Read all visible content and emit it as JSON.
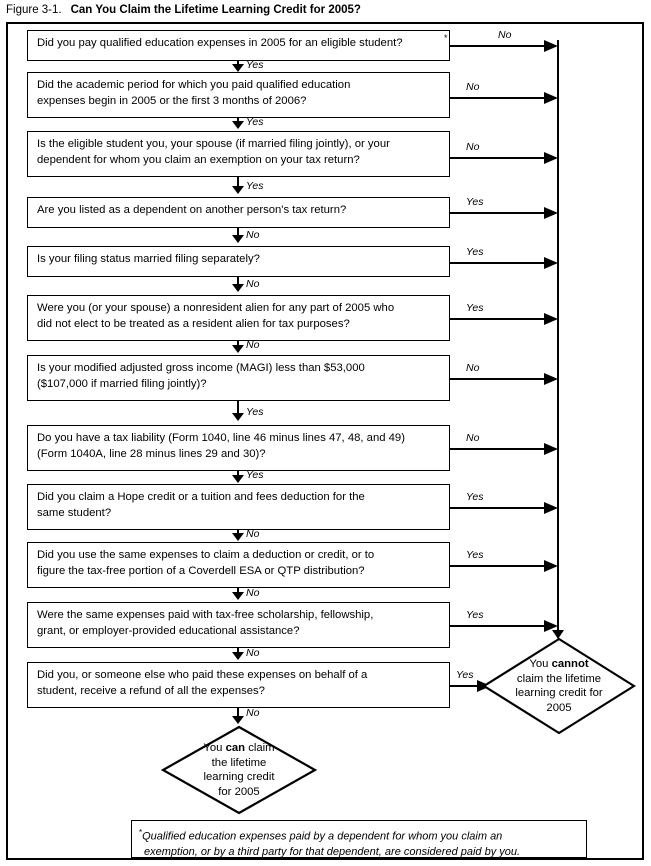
{
  "figure": {
    "number": "Figure 3-1.",
    "title": "Can You Claim the Lifetime Learning Credit for 2005?"
  },
  "questions": [
    {
      "id": "q1",
      "lines": [
        "Did you pay qualified education expenses in 2005 for an eligible student?"
      ],
      "has_footnote_marker": true,
      "branch_label": "No",
      "down_label": "Yes"
    },
    {
      "id": "q2",
      "lines": [
        "Did the academic period for which you paid qualified education",
        "expenses begin in 2005 or the first 3 months of 2006?"
      ],
      "has_footnote_marker": false,
      "branch_label": "No",
      "down_label": "Yes"
    },
    {
      "id": "q3",
      "lines": [
        "Is the eligible student you, your spouse (if married filing jointly), or your",
        "dependent for whom you claim an exemption on your tax return?"
      ],
      "has_footnote_marker": false,
      "branch_label": "No",
      "down_label": "Yes"
    },
    {
      "id": "q4",
      "lines": [
        "Are you listed as a dependent on another person's tax return?"
      ],
      "has_footnote_marker": false,
      "branch_label": "Yes",
      "down_label": "No"
    },
    {
      "id": "q5",
      "lines": [
        "Is your filing status married filing separately?"
      ],
      "has_footnote_marker": false,
      "branch_label": "Yes",
      "down_label": "No"
    },
    {
      "id": "q6",
      "lines": [
        "Were you (or your spouse) a nonresident alien for any part of 2005 who",
        "did not elect to be treated as a resident alien for tax purposes?"
      ],
      "has_footnote_marker": false,
      "branch_label": "Yes",
      "down_label": "No"
    },
    {
      "id": "q7",
      "lines": [
        "Is your modified adjusted gross income (MAGI) less than $53,000",
        "($107,000 if married filing jointly)?"
      ],
      "has_footnote_marker": false,
      "branch_label": "No",
      "down_label": "Yes"
    },
    {
      "id": "q8",
      "lines": [
        "Do you have a tax liability (Form 1040, line 46 minus lines 47, 48, and 49)",
        "(Form 1040A, line 28 minus lines 29 and 30)?"
      ],
      "has_footnote_marker": false,
      "branch_label": "No",
      "down_label": "Yes"
    },
    {
      "id": "q9",
      "lines": [
        "Did you claim a Hope credit or a tuition and fees deduction for the",
        "same student?"
      ],
      "has_footnote_marker": false,
      "branch_label": "Yes",
      "down_label": "No"
    },
    {
      "id": "q10",
      "lines": [
        "Did you use the same expenses to claim a deduction or credit, or to",
        "figure the tax-free portion of a Coverdell ESA or QTP distribution?"
      ],
      "has_footnote_marker": false,
      "branch_label": "Yes",
      "down_label": "No"
    },
    {
      "id": "q11",
      "lines": [
        "Were the same expenses paid with tax-free scholarship, fellowship,",
        "grant, or employer-provided educational assistance?"
      ],
      "has_footnote_marker": false,
      "branch_label": "Yes",
      "down_label": "No"
    },
    {
      "id": "q12",
      "lines": [
        "Did you, or someone else who paid these expenses on behalf of a",
        "student, receive a refund of all the expenses?"
      ],
      "has_footnote_marker": false,
      "branch_label": "Yes",
      "down_label": "No"
    }
  ],
  "outcomes": {
    "negative": {
      "id": "cannot-diamond",
      "lines": [
        "You cannot",
        "claim the lifetime",
        "learning credit for",
        "2005"
      ],
      "emphasis_word": "cannot"
    },
    "positive": {
      "id": "can-diamond",
      "lines": [
        "You can claim",
        "the lifetime",
        "learning credit",
        "for 2005"
      ],
      "emphasis_word": "can"
    }
  },
  "footnote": {
    "marker": "*",
    "lines": [
      "Qualified education expenses paid by a dependent for whom you claim an",
      "exemption, or by a third party for that dependent, are considered paid by you."
    ]
  },
  "colors": {
    "ink": "#000000",
    "paper": "#ffffff"
  }
}
